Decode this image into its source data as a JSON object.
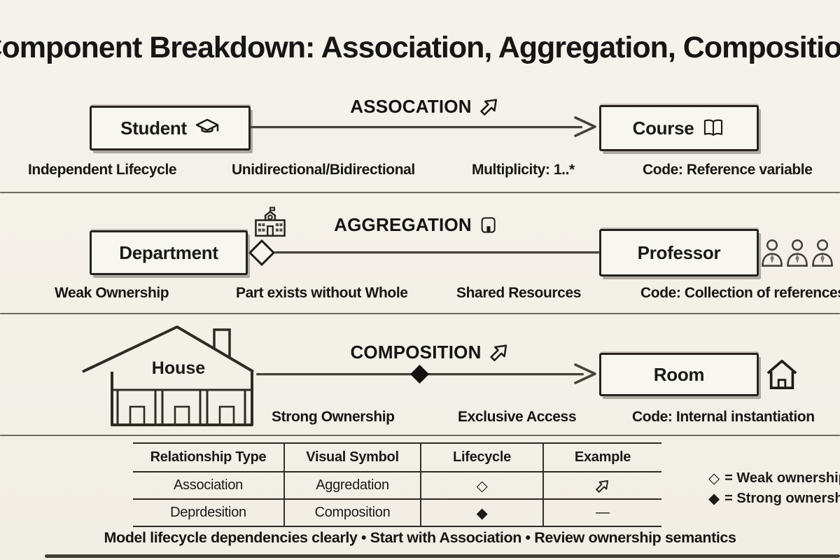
{
  "colors": {
    "background": "#f3f0e9",
    "ink": "#26231e",
    "pencil": "#45423a",
    "box_fill": "#f8f6f0"
  },
  "title": "Component Breakdown: Association, Aggregation, Composition",
  "association": {
    "label": "ASSOCATION",
    "source": "Student",
    "target": "Course",
    "captions": [
      "Independent Lifecycle",
      "Unidirectional/Bidirectional",
      "Multiplicity: 1..*",
      "Code: Reference variable"
    ]
  },
  "aggregation": {
    "label": "AGGREGATION",
    "source": "Department",
    "target": "Professor",
    "captions": [
      "Weak Ownership",
      "Part exists without Whole",
      "Shared Resources",
      "Code: Collection of references"
    ]
  },
  "composition": {
    "label": "COMPOSITION",
    "source": "House",
    "target": "Room",
    "captions": [
      "Strong Ownership",
      "Exclusive Access",
      "Code: Internal instantiation"
    ]
  },
  "table": {
    "headers": [
      "Relationship Type",
      "Visual Symbol",
      "Lifecycle",
      "Example"
    ],
    "rows": [
      {
        "type": "Association",
        "symbol": "Aggredation",
        "lifecycle": "◇",
        "example": "↗"
      },
      {
        "type": "Deprdesition",
        "symbol": "Composition",
        "lifecycle": "◆",
        "example": "—"
      }
    ]
  },
  "legend": {
    "weak": {
      "symbol": "◇",
      "text": "= Weak ownership"
    },
    "strong": {
      "symbol": "◆",
      "text": "= Strong ownership"
    }
  },
  "footer": "Model lifecycle dependencies clearly • Start with Association • Review ownership semantics",
  "icons": {
    "student": "graduation-cap",
    "course": "open-book",
    "aggregation_whole": "school-building",
    "aggregation_label": "building-plaque",
    "professor": "three-people",
    "composition_source": "house-drawing",
    "room": "house-outline",
    "relationship_labels": "ne-arrow",
    "aggregation_end": "open-diamond",
    "composition_mid": "filled-diamond"
  }
}
